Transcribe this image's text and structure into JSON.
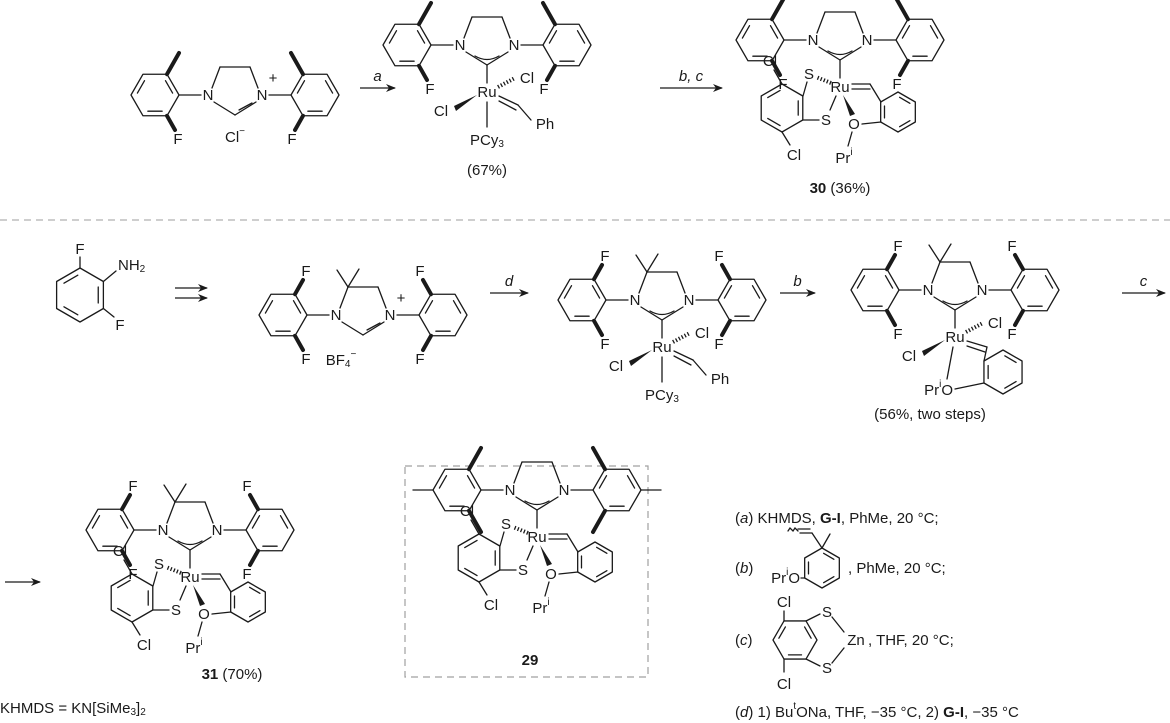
{
  "top_row": {
    "imidazolinium": {
      "n1": "N",
      "n2": "N",
      "charge": "+",
      "counterion": "Cl",
      "counterion_charge": "−",
      "f1": "F",
      "f2": "F"
    },
    "arrow_a": "a",
    "grubbs_complex": {
      "n1": "N",
      "n2": "N",
      "f1": "F",
      "f2": "F",
      "ru": "Ru",
      "cl1": "Cl",
      "cl2": "Cl",
      "ph": "Ph",
      "pcy": "PCy",
      "pcy_sub": "3",
      "yield": "(67%)"
    },
    "arrow_bc": "b, c",
    "complex_30": {
      "n1": "N",
      "n2": "N",
      "f1": "F",
      "f2": "F",
      "ru": "Ru",
      "s1": "S",
      "s2": "S",
      "o": "O",
      "pr": "Pr",
      "pr_sup": "i",
      "cl1": "Cl",
      "cl2": "Cl",
      "number": "30",
      "yield": " (36%)"
    }
  },
  "row2": {
    "aniline": {
      "f1": "F",
      "nh": "NH",
      "nh_sub": "2",
      "f2": "F"
    },
    "salt": {
      "n1": "N",
      "n2": "N",
      "charge": "+",
      "f1": "F",
      "f2": "F",
      "f3": "F",
      "f4": "F",
      "bf": "BF",
      "bf_sub": "4",
      "bf_charge": "−"
    },
    "arrow_d": "d",
    "grubbs_complex": {
      "n1": "N",
      "n2": "N",
      "f1": "F",
      "f2": "F",
      "f3": "F",
      "f4": "F",
      "ru": "Ru",
      "cl1": "Cl",
      "cl2": "Cl",
      "ph": "Ph",
      "pcy": "PCy",
      "pcy_sub": "3"
    },
    "arrow_b": "b",
    "hoveyda_complex": {
      "n1": "N",
      "n2": "N",
      "f1": "F",
      "f2": "F",
      "f3": "F",
      "f4": "F",
      "ru": "Ru",
      "cl1": "Cl",
      "cl2": "Cl",
      "pr": "Pr",
      "pr_sup": "i",
      "o": "O",
      "yield": "(56%, two steps)"
    },
    "arrow_c": "c"
  },
  "row3": {
    "complex_31": {
      "n1": "N",
      "n2": "N",
      "f1": "F",
      "f2": "F",
      "f3": "F",
      "f4": "F",
      "ru": "Ru",
      "s1": "S",
      "s2": "S",
      "o": "O",
      "pr": "Pr",
      "pr_sup": "i",
      "cl1": "Cl",
      "cl2": "Cl",
      "number": "31",
      "yield": " (70%)"
    },
    "complex_29": {
      "n1": "N",
      "n2": "N",
      "ru": "Ru",
      "s1": "S",
      "s2": "S",
      "o": "O",
      "pr": "Pr",
      "pr_sup": "i",
      "cl1": "Cl",
      "cl2": "Cl",
      "number": "29"
    }
  },
  "conditions": {
    "a": {
      "open": "(",
      "label": "a",
      "close": ") KHMDS, ",
      "bold": "G-I",
      "rest": ", PhMe, 20 °C;"
    },
    "b": {
      "open": "(",
      "label": "b",
      "close": ")",
      "pr": "Pr",
      "pr_sup": "i",
      "o": "O",
      "rest": ", PhMe, 20 °C;"
    },
    "c": {
      "open": "(",
      "label": "c",
      "close": ")",
      "cl1": "Cl",
      "cl2": "Cl",
      "s1": "S",
      "s2": "S",
      "zn": "Zn",
      "rest": ", THF, 20 °C;"
    },
    "d": {
      "open": "(",
      "label": "d",
      "close": ") 1) Bu",
      "sup": "t",
      "t2": "ONa, THF, −35 °C, 2) ",
      "bold": "G-I",
      "t3": ", −35 °C"
    }
  },
  "footnote": {
    "t1": "KHMDS = KN[SiMe",
    "sub1": "3",
    "t2": "]",
    "sub2": "2"
  }
}
